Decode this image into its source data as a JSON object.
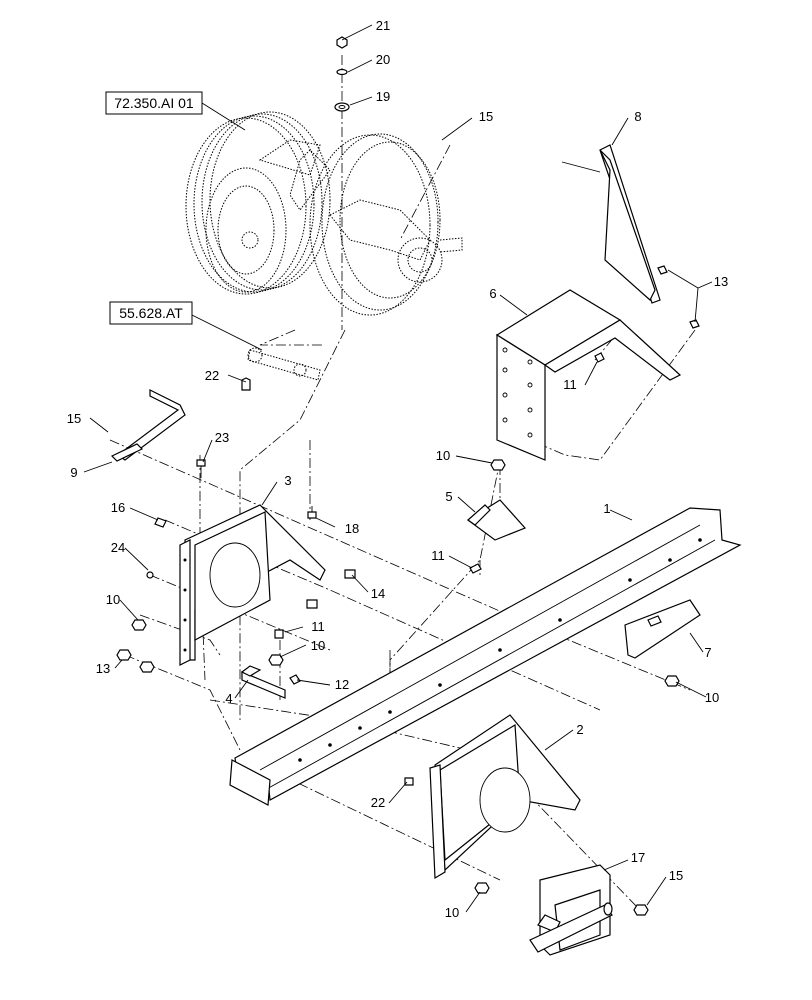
{
  "references": {
    "pulley_ref": "72.350.AI 01",
    "chain_ref": "55.628.AT"
  },
  "callouts": {
    "c1": "1",
    "c2": "2",
    "c3": "3",
    "c4": "4",
    "c5": "5",
    "c6": "6",
    "c7": "7",
    "c8": "8",
    "c9": "9",
    "c10a": "10",
    "c10b": "10",
    "c10c": "10",
    "c10d": "10",
    "c10e": "10",
    "c11a": "11",
    "c11b": "11",
    "c11c": "11",
    "c12": "12",
    "c13a": "13",
    "c13b": "13",
    "c14": "14",
    "c15a": "15",
    "c15b": "15",
    "c15c": "15",
    "c16": "16",
    "c17": "17",
    "c18": "18",
    "c19": "19",
    "c20": "20",
    "c21": "21",
    "c22a": "22",
    "c22b": "22",
    "c23": "23",
    "c24": "24"
  }
}
